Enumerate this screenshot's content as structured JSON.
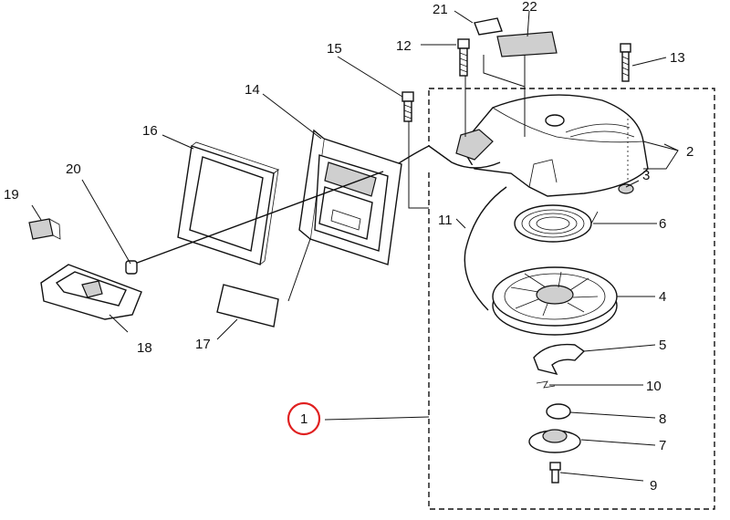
{
  "diagram": {
    "highlight_color": "#e02020",
    "line_color": "#111111",
    "highlighted_label": "1",
    "labels": [
      {
        "id": "l1",
        "text": "1"
      },
      {
        "id": "l2",
        "text": "2"
      },
      {
        "id": "l3",
        "text": "3"
      },
      {
        "id": "l4",
        "text": "4"
      },
      {
        "id": "l5",
        "text": "5"
      },
      {
        "id": "l6",
        "text": "6"
      },
      {
        "id": "l7",
        "text": "7"
      },
      {
        "id": "l8",
        "text": "8"
      },
      {
        "id": "l9",
        "text": "9"
      },
      {
        "id": "l10",
        "text": "10"
      },
      {
        "id": "l11",
        "text": "11"
      },
      {
        "id": "l12",
        "text": "12"
      },
      {
        "id": "l13",
        "text": "13"
      },
      {
        "id": "l14",
        "text": "14"
      },
      {
        "id": "l15",
        "text": "15"
      },
      {
        "id": "l16",
        "text": "16"
      },
      {
        "id": "l17",
        "text": "17"
      },
      {
        "id": "l18",
        "text": "18"
      },
      {
        "id": "l19",
        "text": "19"
      },
      {
        "id": "l20",
        "text": "20"
      },
      {
        "id": "l21",
        "text": "21"
      },
      {
        "id": "l22",
        "text": "22"
      }
    ]
  }
}
